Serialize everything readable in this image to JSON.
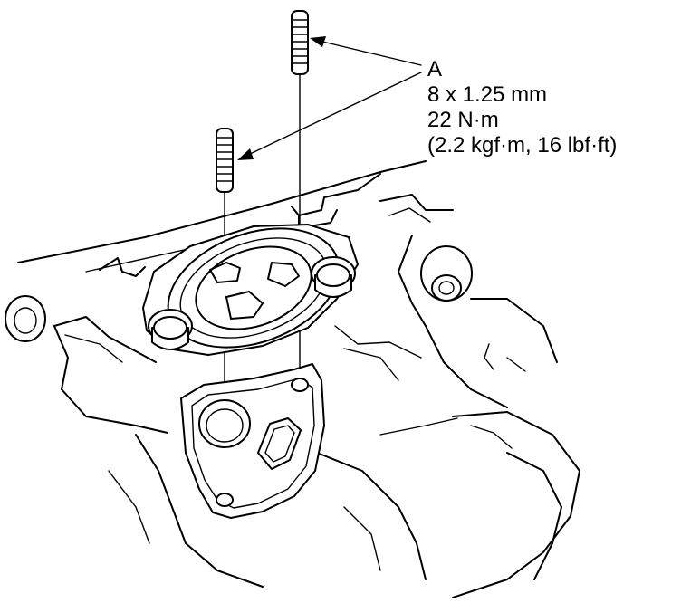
{
  "callout": {
    "letter": "A",
    "size": "8 x 1.25 mm",
    "torque_nm": "22 N·m",
    "torque_alt": "(2.2 kgf·m, 16 lbf·ft)"
  },
  "parts": {
    "stud_upper": "stud-bolt",
    "stud_lower": "stud-bolt",
    "flange": "flange-gasket",
    "bracket": "mounting-bracket"
  }
}
